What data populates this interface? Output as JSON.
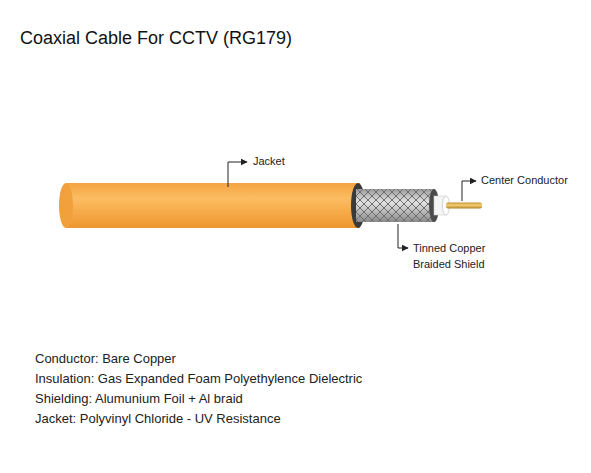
{
  "diagram": {
    "title": "Coaxial Cable For CCTV (RG179)",
    "labels": [
      "Jacket",
      "Center Conductor",
      "Tinned Copper Braided Shield",
      "Conductor: Bare Copper",
      "Insulation: Gas Expanded Foam Polyethylence Dielectric",
      "Shielding: Alumunium Foil + Al braid",
      "Jacket: Polyvinyl Chloride - UV Resistance"
    ]
  }
}
